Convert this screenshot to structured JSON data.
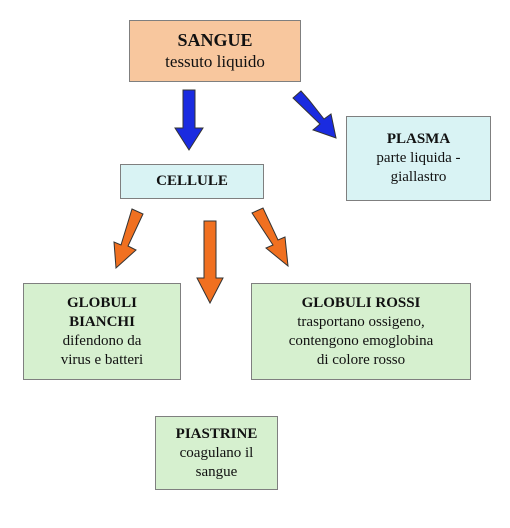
{
  "colors": {
    "blue_arrow": "#1a2be0",
    "orange_arrow": "#f07020",
    "arrow_outline": "#333333"
  },
  "nodes": {
    "sangue": {
      "title": "SANGUE",
      "lines": [
        "tessuto liquido"
      ]
    },
    "plasma": {
      "title": "PLASMA",
      "lines": [
        "parte liquida -",
        "giallastro"
      ]
    },
    "cellule": {
      "title": "CELLULE",
      "lines": []
    },
    "bianchi": {
      "title": "GLOBULI BIANCHI",
      "title_lines": [
        "GLOBULI",
        "BIANCHI"
      ],
      "lines": [
        "difendono da",
        "virus e batteri"
      ]
    },
    "rossi": {
      "title": "GLOBULI ROSSI",
      "lines": [
        "trasportano ossigeno,",
        "contengono emoglobina",
        "di colore rosso"
      ]
    },
    "piastrine": {
      "title": "PIASTRINE",
      "lines": [
        "coagulano il",
        "sangue"
      ]
    }
  }
}
